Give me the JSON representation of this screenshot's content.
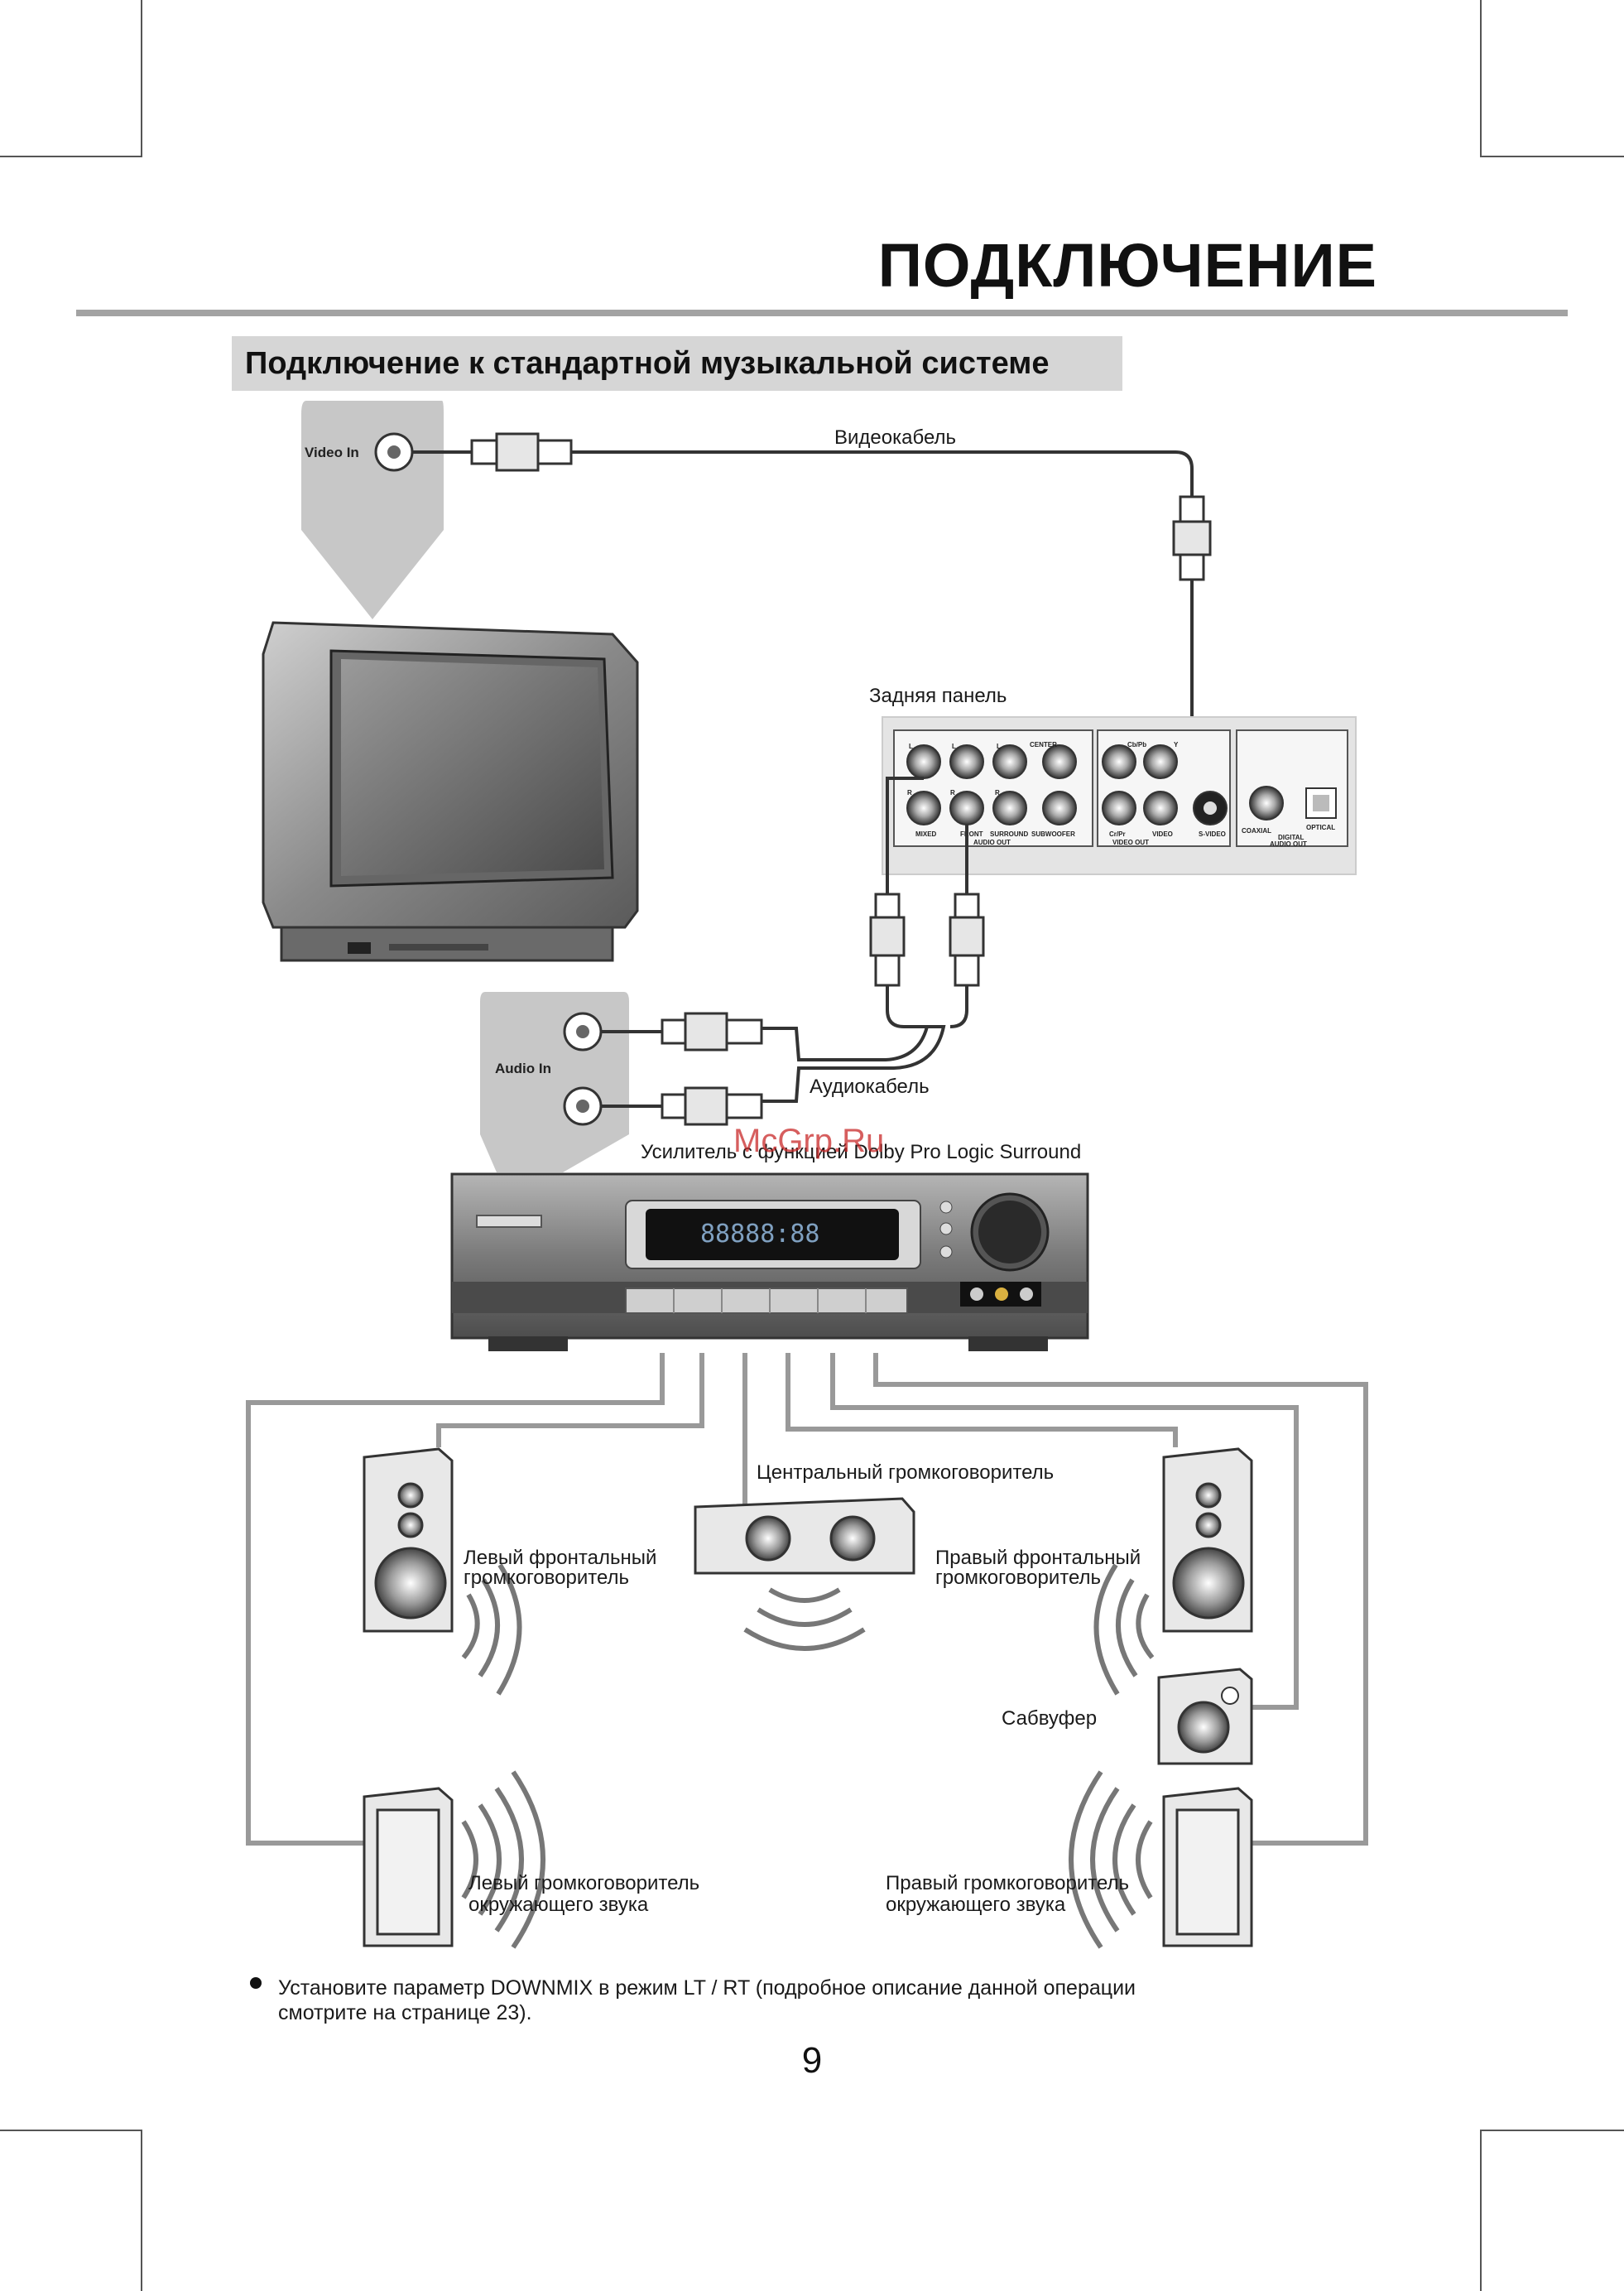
{
  "page": {
    "title": "ПОДКЛЮЧЕНИЕ",
    "section_title": "Подключение к стандартной музыкальной системе",
    "page_number": "9",
    "watermark": "McGrp.Ru"
  },
  "diagram": {
    "video_in_label": "Video In",
    "audio_in_label": "Audio In",
    "video_cable": "Видеокабель",
    "rear_panel": "Задняя панель",
    "audio_cable": "Аудиокабель",
    "amplifier": "Усилитель с функцией Dolby Pro Logic Surround",
    "center_speaker": "Центральный громкоговоритель",
    "left_front_l1": "Левый фронтальный",
    "left_front_l2": "громкоговоритель",
    "right_front_l1": "Правый фронтальный",
    "right_front_l2": "громкоговоритель",
    "subwoofer": "Сабвуфер",
    "left_surround_l1": "Левый громкоговоритель",
    "left_surround_l2": "окружающего звука",
    "right_surround_l1": "Правый громкоговоритель",
    "right_surround_l2": "окружающего звука",
    "panel": {
      "center": "CENTER",
      "cb_pb": "Cb/Pb",
      "y": "Y",
      "l": "L",
      "r": "R",
      "mixed": "MIXED",
      "front": "FRONT",
      "surround": "SURROUND",
      "subwoofer": "SUBWOOFER",
      "audio_out": "AUDIO OUT",
      "cr_pr": "Cr/Pr",
      "video": "VIDEO",
      "s_video": "S-VIDEO",
      "video_out": "VIDEO OUT",
      "coaxial": "COAXIAL",
      "optical": "OPTICAL",
      "digital": "DIGITAL",
      "digital_audio_out": "AUDIO OUT"
    }
  },
  "note": {
    "text_line1": "Установите параметр DOWNMIX в режим LT / RT (подробное описание данной операции",
    "text_line2": "смотрите на странице 23)."
  }
}
